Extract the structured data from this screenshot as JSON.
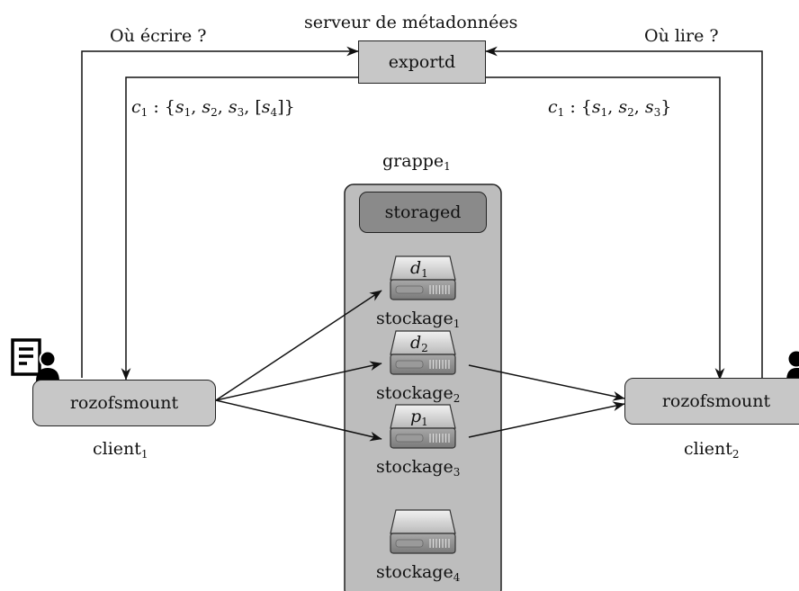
{
  "metadata_server": {
    "caption": "serveur de métadonnées",
    "label": "exportd"
  },
  "write_query": "Où écrire ?",
  "read_query": "Où lire ?",
  "write_response": {
    "chunk": "c",
    "chunk_sub": "1",
    "text": " : {",
    "s1": "s",
    "s1_sub": "1",
    "s2": "s",
    "s2_sub": "2",
    "s3": "s",
    "s3_sub": "3",
    "s4": "s",
    "s4_sub": "4"
  },
  "read_response": {
    "chunk": "c",
    "chunk_sub": "1",
    "text": " : {",
    "s1": "s",
    "s1_sub": "1",
    "s2": "s",
    "s2_sub": "2",
    "s3": "s",
    "s3_sub": "3"
  },
  "cluster": {
    "caption": "grappe",
    "caption_sub": "1",
    "daemon": "storaged"
  },
  "drives": [
    {
      "tag": "d",
      "tag_sub": "1",
      "label": "stockage",
      "label_sub": "1"
    },
    {
      "tag": "d",
      "tag_sub": "2",
      "label": "stockage",
      "label_sub": "2"
    },
    {
      "tag": "p",
      "tag_sub": "1",
      "label": "stockage",
      "label_sub": "3"
    },
    {
      "tag": "",
      "tag_sub": "",
      "label": "stockage",
      "label_sub": "4"
    }
  ],
  "client1": {
    "box": "rozofsmount",
    "caption": "client",
    "caption_sub": "1"
  },
  "client2": {
    "box": "rozofsmount",
    "caption": "client",
    "caption_sub": "2"
  },
  "colors": {
    "box_fill": "#c7c7c7",
    "cluster_fill": "#bdbdbd",
    "storaged_fill": "#8a8a8a",
    "line": "#111111"
  }
}
